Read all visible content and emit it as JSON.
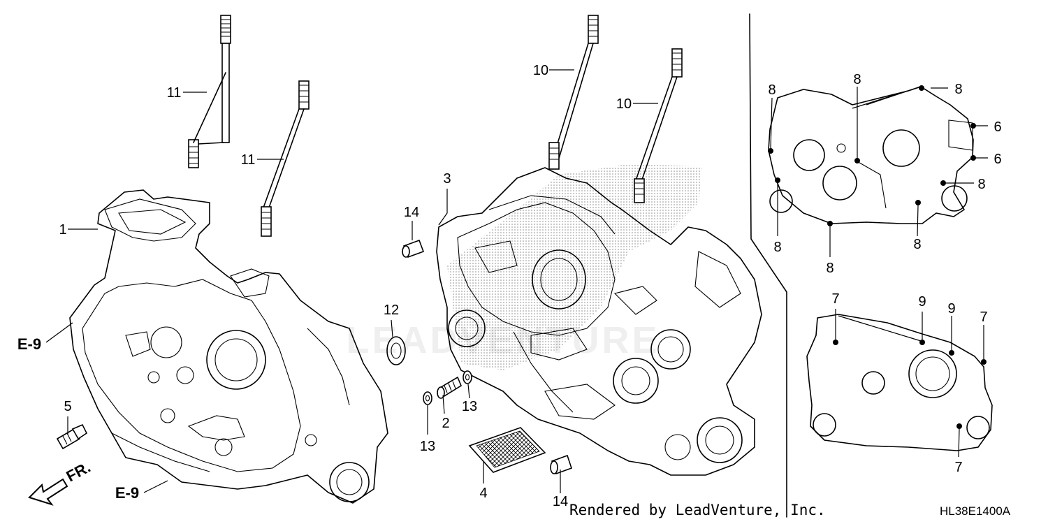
{
  "diagram": {
    "callouts": [
      {
        "id": "c1",
        "label": "1"
      },
      {
        "id": "c2",
        "label": "2"
      },
      {
        "id": "c3",
        "label": "3"
      },
      {
        "id": "c4",
        "label": "4"
      },
      {
        "id": "c5",
        "label": "5"
      },
      {
        "id": "c6a",
        "label": "6"
      },
      {
        "id": "c6b",
        "label": "6"
      },
      {
        "id": "c7a",
        "label": "7"
      },
      {
        "id": "c7b",
        "label": "7"
      },
      {
        "id": "c7c",
        "label": "7"
      },
      {
        "id": "c8a",
        "label": "8"
      },
      {
        "id": "c8b",
        "label": "8"
      },
      {
        "id": "c8c",
        "label": "8"
      },
      {
        "id": "c8d",
        "label": "8"
      },
      {
        "id": "c8e",
        "label": "8"
      },
      {
        "id": "c8f",
        "label": "8"
      },
      {
        "id": "c8g",
        "label": "8"
      },
      {
        "id": "c9a",
        "label": "9"
      },
      {
        "id": "c9b",
        "label": "9"
      },
      {
        "id": "c10a",
        "label": "10"
      },
      {
        "id": "c10b",
        "label": "10"
      },
      {
        "id": "c11a",
        "label": "11"
      },
      {
        "id": "c11b",
        "label": "11"
      },
      {
        "id": "c12",
        "label": "12"
      },
      {
        "id": "c13a",
        "label": "13"
      },
      {
        "id": "c13b",
        "label": "13"
      },
      {
        "id": "c14a",
        "label": "14"
      },
      {
        "id": "c14b",
        "label": "14"
      }
    ],
    "references": {
      "e9_upper": "E-9",
      "e9_lower": "E-9",
      "front_arrow": "FR."
    },
    "watermark": "LEADVENTURE"
  },
  "footer": {
    "credit": "Rendered by LeadVenture, Inc.",
    "diagram_code": "HL38E1400A"
  }
}
